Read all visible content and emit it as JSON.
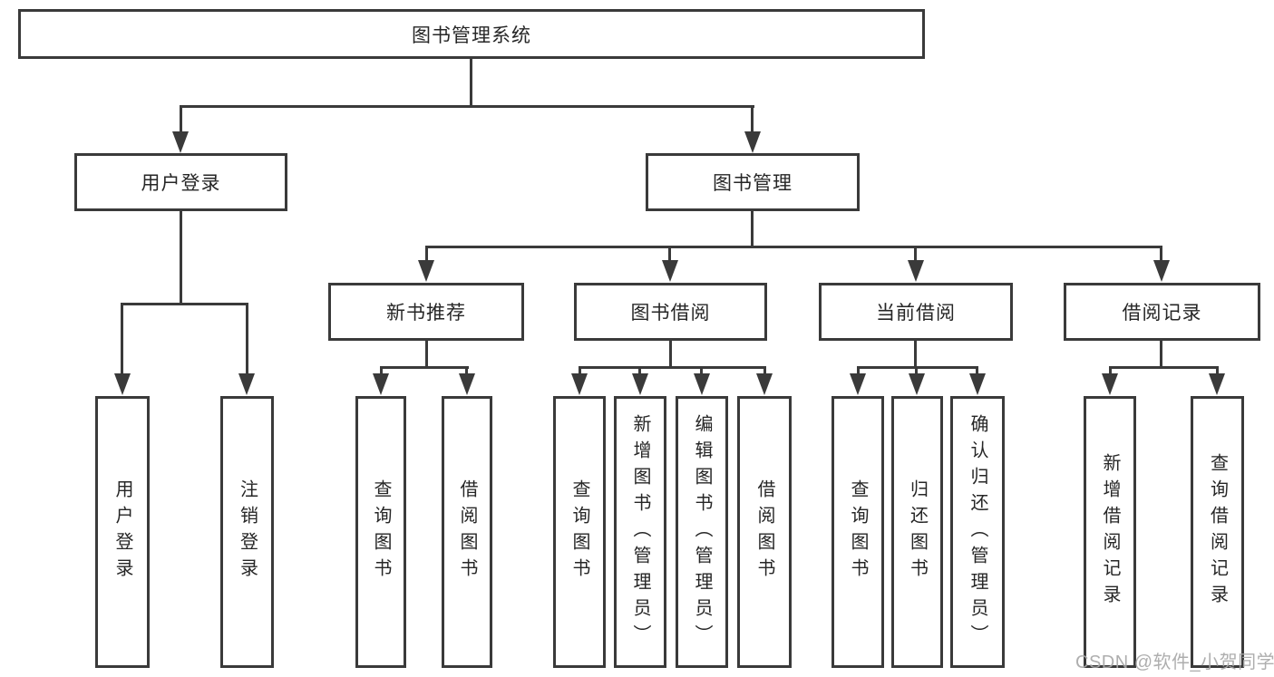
{
  "diagram": {
    "root": "图书管理系统",
    "user": {
      "label": "用户登录",
      "children": [
        "用户登录",
        "注销登录"
      ]
    },
    "books": {
      "label": "图书管理",
      "groups": [
        {
          "label": "新书推荐",
          "children": [
            "查询图书",
            "借阅图书"
          ]
        },
        {
          "label": "图书借阅",
          "children": [
            "查询图书",
            "新增图书（管理员）",
            "编辑图书（管理员）",
            "借阅图书"
          ]
        },
        {
          "label": "当前借阅",
          "children": [
            "查询图书",
            "归还图书",
            "确认归还（管理员）"
          ]
        },
        {
          "label": "借阅记录",
          "children": [
            "新增借阅记录",
            "查询借阅记录"
          ]
        }
      ]
    }
  },
  "watermark": {
    "text": "CSDN @软件_小贺同学"
  },
  "colors": {
    "line": "#3a3a3a",
    "text": "#262626",
    "watermark": "#a8a8a8",
    "background": "#ffffff"
  }
}
